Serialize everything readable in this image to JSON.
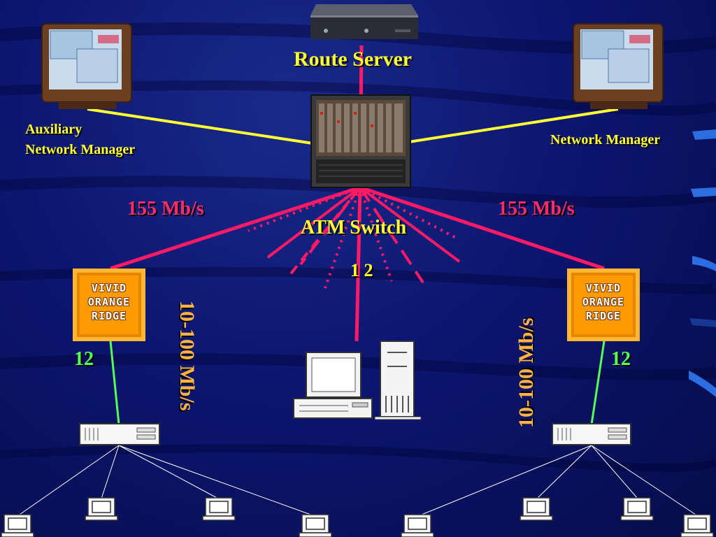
{
  "labels": {
    "route_server": "Route Server",
    "aux_manager_line1": "Auxiliary",
    "aux_manager_line2": "Network Manager",
    "network_manager": "Network Manager",
    "speed_left": "155 Mb/s",
    "speed_right": "155 Mb/s",
    "atm_switch": "ATM Switch",
    "ports": "1 2",
    "left_count": "12",
    "right_count": "12",
    "lan_speed_left": "10-100 Mb/s",
    "lan_speed_right": "10-100 Mb/s"
  },
  "router_text": {
    "line1": "VIVID",
    "line2": "ORANGE",
    "line3": "RIDGE"
  },
  "colors": {
    "trunk_link": "#ff1a66",
    "manager_link": "#ffff33",
    "lan_uplink": "#55ff55",
    "lan_drop": "#ffffff",
    "router": "#ff9a00"
  }
}
